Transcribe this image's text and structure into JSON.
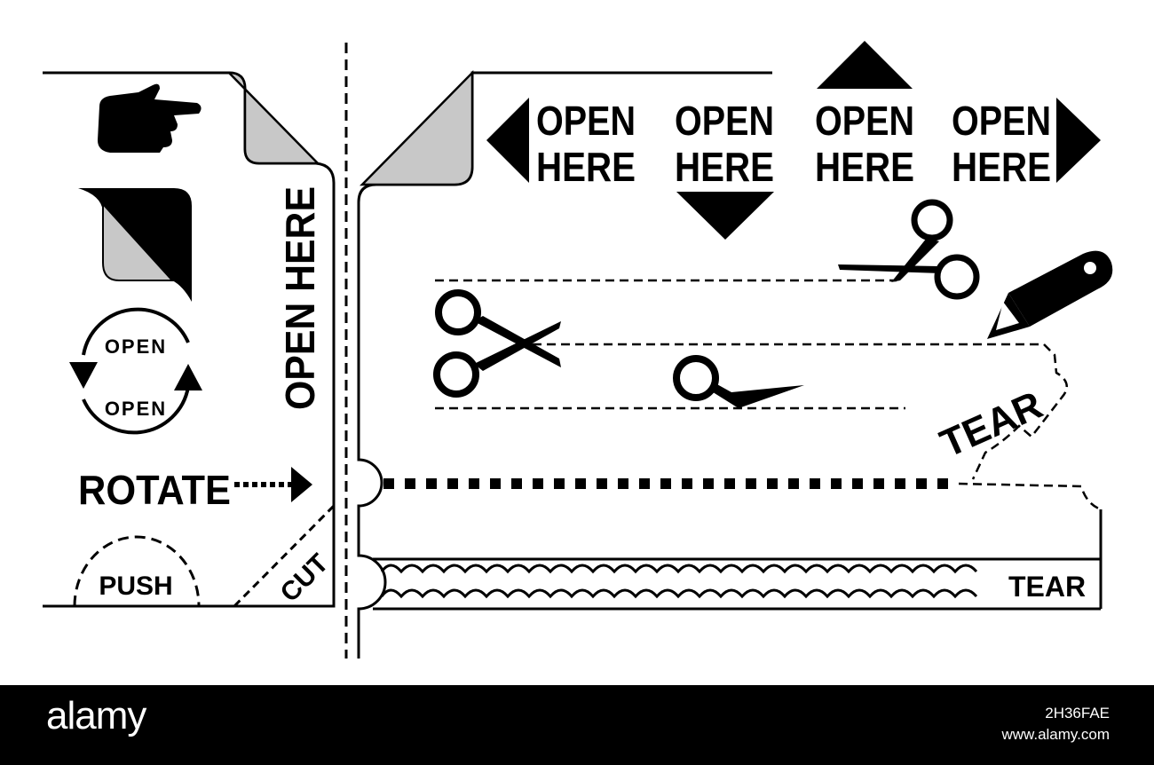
{
  "labels": {
    "open_here": "OPEN HERE",
    "open_line1": "OPEN",
    "open_line2": "HERE",
    "open": "OPEN",
    "rotate": "ROTATE",
    "push": "PUSH",
    "cut": "CUT",
    "tear": "TEAR"
  },
  "watermark": {
    "brand": "alamy",
    "image_id": "2H36FAE",
    "site": "www.alamy.com"
  },
  "colors": {
    "ink": "#000000",
    "fold": "#c8c8c8",
    "paper": "#ffffff"
  },
  "icons": [
    "pointing-hand-icon",
    "peel-corner-icon",
    "rotate-arrows-icon",
    "scissors-icon",
    "utility-knife-icon",
    "arrow-left-icon",
    "arrow-down-icon",
    "arrow-up-icon",
    "arrow-right-icon"
  ]
}
